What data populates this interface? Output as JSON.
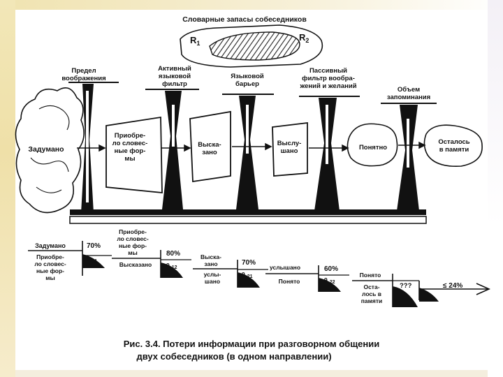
{
  "diagram": {
    "top_label": "Словарные запасы собеседников",
    "r1": "R",
    "r1_sub": "1",
    "r2": "R",
    "r2_sub": "2",
    "filters": {
      "imagination_limit": [
        "Предел",
        "воображения"
      ],
      "active_filter": [
        "Активный",
        "языковой",
        "фильтр"
      ],
      "language_barrier": [
        "Языковой",
        "барьер"
      ],
      "passive_filter": [
        "Пассивный",
        "фильтр вообра-",
        "жений и желаний"
      ],
      "memory_volume": [
        "Объем",
        "запоминания"
      ]
    },
    "stages": {
      "conceived": "Задумано",
      "verbal_forms": [
        "Приобре-",
        "ло словес-",
        "ные фор-",
        "мы"
      ],
      "spoken": [
        "Выска-",
        "зано"
      ],
      "heard": [
        "Выслу-",
        "шано"
      ],
      "understood": "Понятно",
      "remembered": [
        "Осталось",
        "в памяти"
      ]
    },
    "flow": {
      "row1_left": "Задумано",
      "row1_left2": [
        "Приобре-",
        "ло словес-",
        "ные фор-",
        "мы"
      ],
      "pct1": "70%",
      "frac1": "9",
      "frac1_sub": "11",
      "block2_top": [
        "Приобре-",
        "ло словес-",
        "ные фор-",
        "мы"
      ],
      "block2_bottom": "Высказано",
      "pct2": "80%",
      "frac2": "9",
      "frac2_sub": "12",
      "block3_top": [
        "Выска-",
        "зано"
      ],
      "block3_bottom": [
        "услы-",
        "шано"
      ],
      "pct3": "70%",
      "frac3": "9",
      "frac3_sub": "21",
      "block4_top": "услышано",
      "block4_bottom": "Понято",
      "pct4": "60%",
      "frac4": "9",
      "frac4_sub": "22",
      "block5_top": "Понято",
      "block5_bottom": [
        "Оста-",
        "лось в",
        "памяти"
      ],
      "unknown": "???",
      "final": "≤ 24%"
    },
    "caption": [
      "Рис. 3.4. Потери информации при разговорном общении",
      "двух собеседников (в одном направлении)"
    ]
  }
}
